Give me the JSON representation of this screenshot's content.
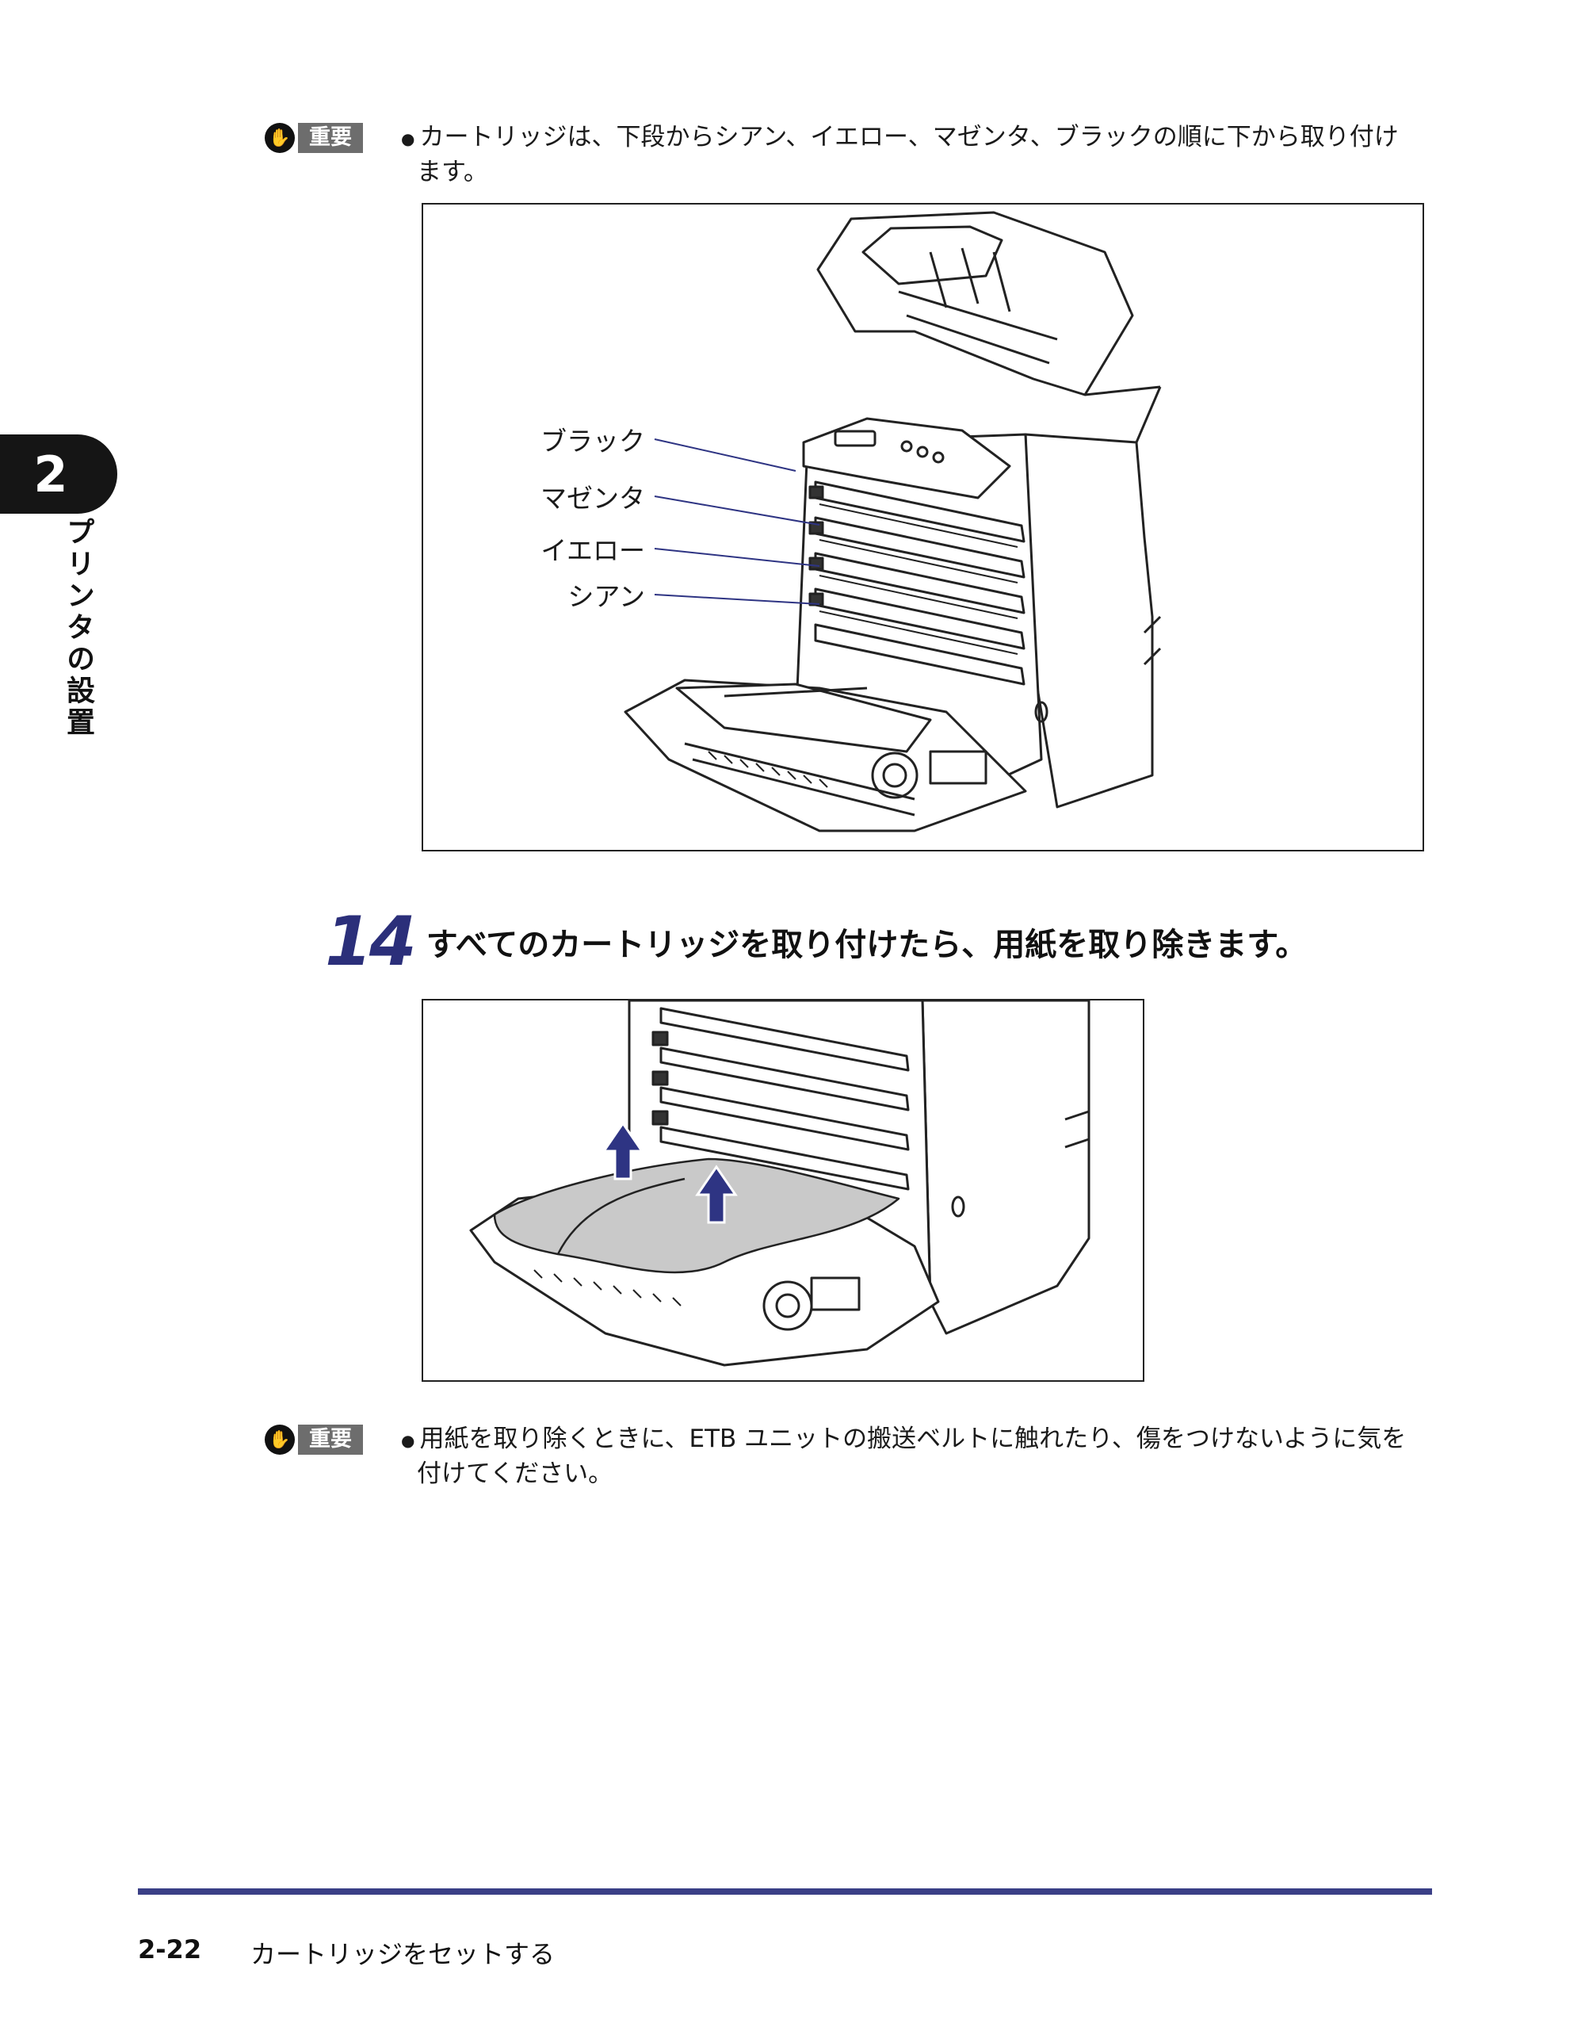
{
  "sidebar": {
    "chapter_number": "2",
    "chapter_title": "プリンタの設置"
  },
  "important_badge": {
    "label": "重要"
  },
  "note1": {
    "line1": "カートリッジは、下段からシアン、イエロー、マゼンタ、ブラックの順に下から取り付け",
    "line2": "ます。"
  },
  "figure1": {
    "callouts": [
      "ブラック",
      "マゼンタ",
      "イエロー",
      "シアン"
    ]
  },
  "step": {
    "number": "14",
    "title": "すべてのカートリッジを取り付けたら、用紙を取り除きます。"
  },
  "note2": {
    "line1": "用紙を取り除くときに、ETB ユニットの搬送ベルトに触れたり、傷をつけないように気を",
    "line2": "付けてください。"
  },
  "footer": {
    "page": "2-22",
    "section_title": "カートリッジをセットする"
  },
  "colors": {
    "accent": "#3a3f86",
    "arrow": "#2e3483"
  }
}
